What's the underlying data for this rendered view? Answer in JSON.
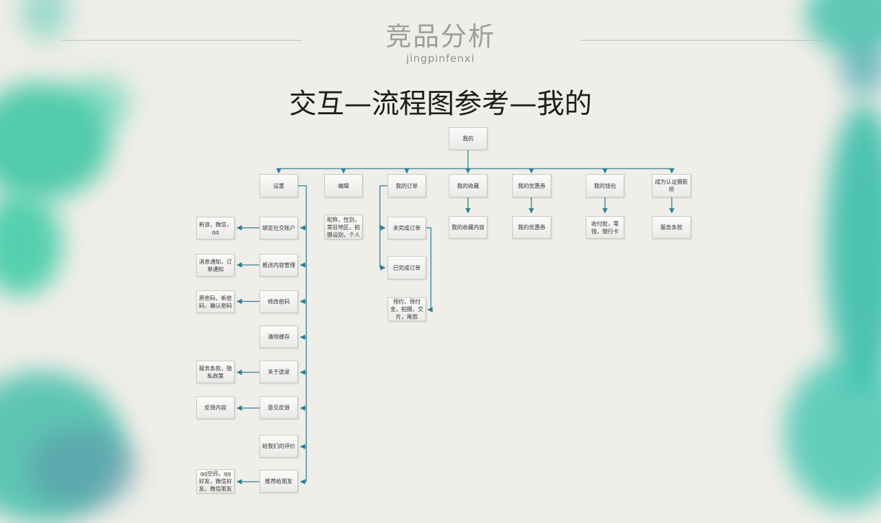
{
  "header": {
    "title": "竞品分析",
    "subtitle": "jingpinfenxi"
  },
  "main_title": "交互—流程图参考—我的",
  "colors": {
    "connector": "#2f7f95",
    "accent_teal": "#27c2a3"
  },
  "flow": {
    "root": "我的",
    "top_items": {
      "settings": "设置",
      "edit": "编辑",
      "my_orders": "我的订单",
      "my_favorites": "我的收藏",
      "my_coupons": "我的优惠券",
      "my_wallet": "我的钱包",
      "become_photographer": "成为认证摄影师"
    },
    "settings_items": {
      "bind_social": "绑定社交账户",
      "push_mgmt": "推送内容管理",
      "change_pwd": "修改密码",
      "clear_cache": "清除缓存",
      "about": "关于途录",
      "feedback": "意见反馈",
      "rate_us": "给我们的评价",
      "recommend": "推荐给朋友"
    },
    "settings_details": {
      "bind_social": "新浪，微信，qq",
      "push_mgmt": "消息通知，订单通知",
      "change_pwd": "原密码，新密码，确认密码",
      "about": "服务条款，隐私政策",
      "feedback": "反馈内容",
      "recommend": "推荐方式，qq空间，qq好友，微信好友，微信朋友圈"
    },
    "edit_detail": "头像，背景，昵称，性别，常驻地区，拍摄设别，个人简介",
    "order_items": {
      "pending": "未完成订单",
      "completed": "已完成订单",
      "detail": "预约，预付金，拍摄，交片，尾款"
    },
    "favorites_detail": "我的收藏内容",
    "coupons_detail": "我的优惠券",
    "wallet_detail": "收付款，零钱，银行卡",
    "photographer_detail": "服务条款"
  }
}
